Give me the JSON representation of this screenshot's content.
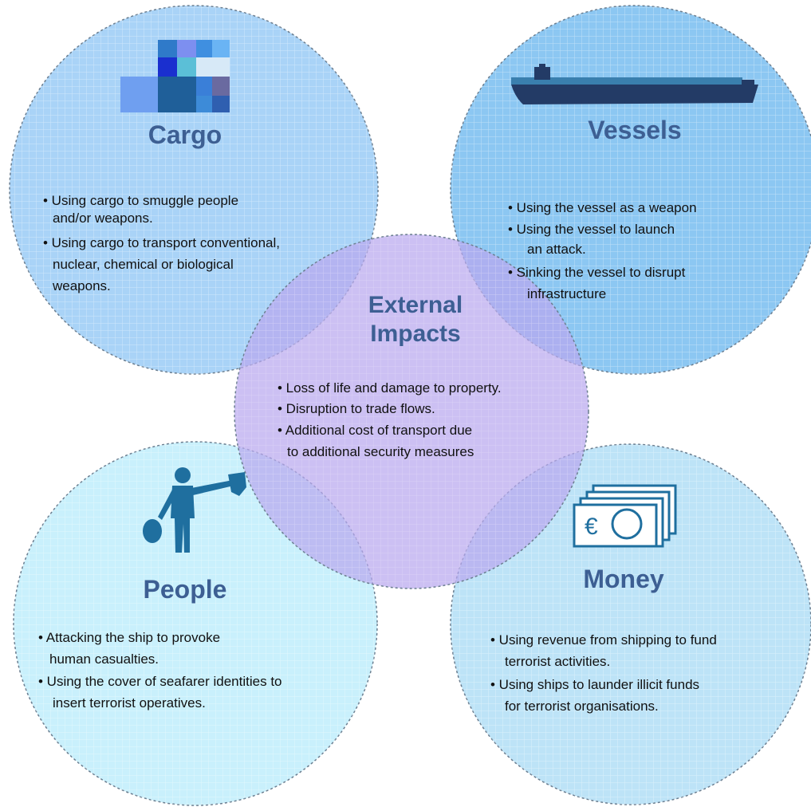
{
  "colors": {
    "title": "#3d5f93",
    "circle_border": "#6a7d8f",
    "cargo_fill": "#a9d3f7",
    "vessels_fill": "#8cc7f2",
    "people_fill": "#c9f0fc",
    "money_fill": "#bde3f7",
    "center_fill": "#c9b8f2",
    "ship_hull": "#233b66",
    "ship_deck": "#3a7fae",
    "person": "#1f6f9f"
  },
  "cargo": {
    "icon": "cargo-blocks-icon",
    "title": "Cargo",
    "bullets": [
      "• Using cargo to smuggle people",
      "and/or weapons.",
      "• Using cargo to transport conventional,",
      "nuclear, chemical or biological",
      "weapons."
    ]
  },
  "vessels": {
    "icon": "ship-icon",
    "title": "Vessels",
    "bullets": [
      "•  Using the vessel as a weapon",
      "•  Using the vessel to launch",
      "an attack.",
      "•  Sinking the vessel to disrupt",
      "infrastructure"
    ]
  },
  "center": {
    "title_line1": "External",
    "title_line2": "Impacts",
    "bullets": [
      "• Loss of life and damage to property.",
      "• Disruption to trade flows.",
      "• Additional cost of transport due",
      "to additional security measures"
    ]
  },
  "people": {
    "icon": "person-waving-icon",
    "title": "People",
    "bullets": [
      "• Attacking the ship to provoke",
      "human casualties.",
      "• Using the cover of seafarer identities to",
      "insert terrorist operatives."
    ]
  },
  "money": {
    "icon": "euro-banknotes-icon",
    "title": "Money",
    "euro_symbol": "€",
    "bullets": [
      "• Using revenue from shipping to fund",
      "terrorist activities.",
      "•  Using ships to launder illicit funds",
      "for terrorist organisations."
    ]
  }
}
